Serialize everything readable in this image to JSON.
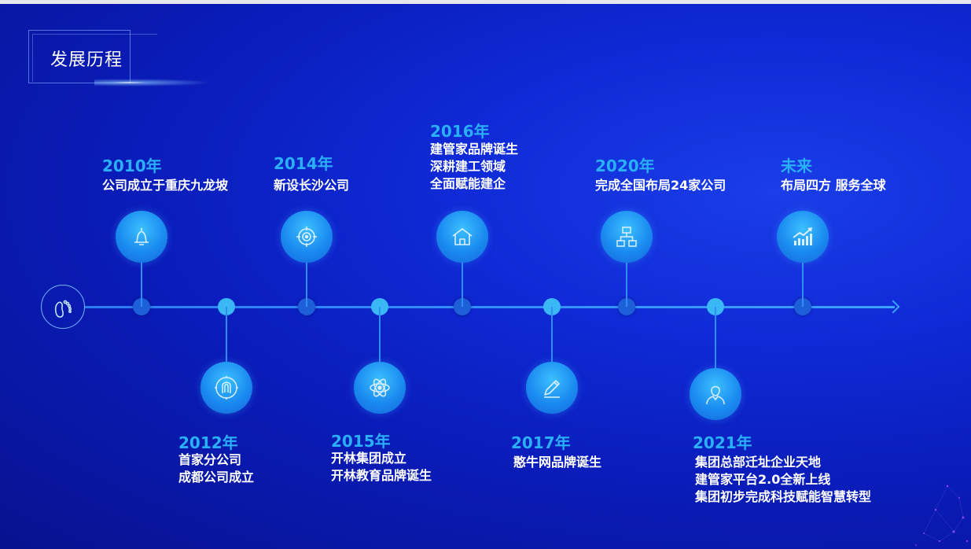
{
  "page": {
    "title": "发展历程"
  },
  "milestones": [
    {
      "year": "2010年",
      "lines": [
        "公司成立于重庆九龙坡"
      ],
      "icon": "bell-icon"
    },
    {
      "year": "2012年",
      "lines": [
        "首家分公司",
        "成都公司成立"
      ],
      "icon": "fingerprint-icon"
    },
    {
      "year": "2014年",
      "lines": [
        "新设长沙公司"
      ],
      "icon": "target-icon"
    },
    {
      "year": "2015年",
      "lines": [
        "开林集团成立",
        "开林教育品牌诞生"
      ],
      "icon": "atom-icon"
    },
    {
      "year": "2016年",
      "lines": [
        "建管家品牌诞生",
        "深耕建工领域",
        "全面赋能建企"
      ],
      "icon": "house-icon"
    },
    {
      "year": "2017年",
      "lines": [
        "憨牛网品牌诞生"
      ],
      "icon": "pencil-icon"
    },
    {
      "year": "2020年",
      "lines": [
        "完成全国布局24家公司"
      ],
      "icon": "network-icon"
    },
    {
      "year": "2021年",
      "lines": [
        "集团总部迁址企业天地",
        "建管家平台2.0全新上线",
        "集团初步完成科技赋能智慧转型"
      ],
      "icon": "person-icon"
    },
    {
      "year": "未来",
      "lines": [
        "布局四方 服务全球"
      ],
      "icon": "growth-chart-icon"
    }
  ],
  "colors": {
    "accent": "#2ab0f8",
    "icon_fill": "#1a8af0",
    "background": "#0f2ad6",
    "axis": "#2a7cf2"
  },
  "start_icon": "footprint-icon"
}
